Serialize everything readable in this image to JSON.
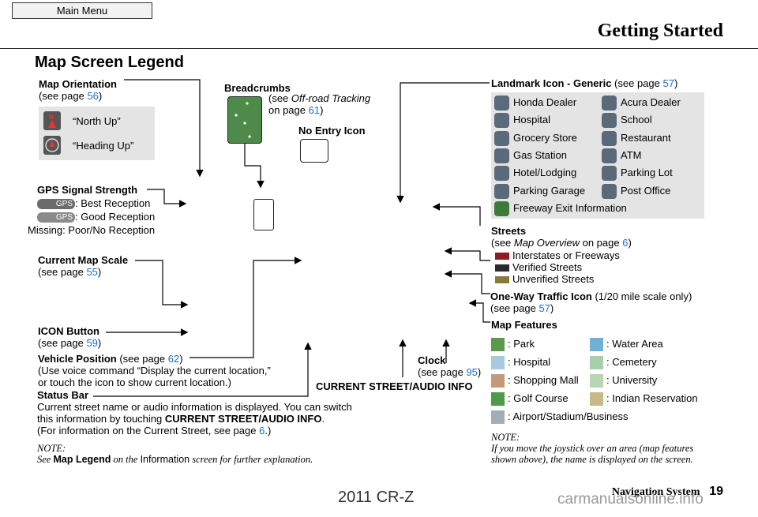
{
  "menu": {
    "main_menu": "Main Menu"
  },
  "header": {
    "title": "Getting Started",
    "section": "Map Screen Legend"
  },
  "orientation": {
    "title": "Map Orientation",
    "see": "(see page ",
    "page": "56",
    "close": ")",
    "north": "“North Up”",
    "heading": "“Heading Up”"
  },
  "breadcrumbs": {
    "title": "Breadcrumbs",
    "see": "(see ",
    "ref": "Off-road Tracking",
    "on": "on page ",
    "page": "61",
    "close": ")"
  },
  "no_entry": {
    "title": "No Entry Icon"
  },
  "landmark": {
    "title": "Landmark Icon - Generic",
    "see": " (see page ",
    "page": "57",
    "close": ")",
    "items": [
      "Honda Dealer",
      "Acura Dealer",
      "Hospital",
      "School",
      "Grocery Store",
      "Restaurant",
      "Gas Station",
      "ATM",
      "Hotel/Lodging",
      "Parking Lot",
      "Parking Garage",
      "Post Office",
      "Freeway Exit Information"
    ],
    "icons": [
      "honda-icon",
      "acura-icon",
      "hospital-icon",
      "school-icon",
      "grocery-icon",
      "restaurant-icon",
      "gas-icon",
      "atm-icon",
      "hotel-icon",
      "parking-lot-icon",
      "parking-garage-icon",
      "post-office-icon",
      "info-icon"
    ]
  },
  "gps": {
    "title": "GPS Signal Strength",
    "best": ": Best Reception",
    "good": ": Good Reception",
    "missing": "Missing: Poor/No Reception",
    "badge": "GPS"
  },
  "streets": {
    "title": "Streets",
    "see": "(see ",
    "ref": "Map Overview",
    "on": " on page ",
    "page": "6",
    "close": ")",
    "items": [
      {
        "label": "Interstates or Freeways",
        "color": "#8b1e22"
      },
      {
        "label": "Verified Streets",
        "color": "#2b2b2b"
      },
      {
        "label": "Unverified Streets",
        "color": "#8a7a3a"
      }
    ]
  },
  "scale": {
    "title": "Current Map Scale",
    "see": "(see page ",
    "page": "55",
    "close": ")"
  },
  "oneway": {
    "title": "One-Way Traffic Icon",
    "note": " (1/20 mile scale only)",
    "see": "(see page ",
    "page": "57",
    "close": ")"
  },
  "map_features": {
    "title": "Map Features",
    "items": [
      {
        "label": ": Park",
        "color": "#5a9a4a"
      },
      {
        "label": ": Water Area",
        "color": "#6fb0d4"
      },
      {
        "label": ": Hospital",
        "color": "#a9c9dc"
      },
      {
        "label": ": Cemetery",
        "color": "#a7cfa9"
      },
      {
        "label": ": Shopping Mall",
        "color": "#c49a7a"
      },
      {
        "label": ": University",
        "color": "#b9d6b3"
      },
      {
        "label": ": Golf Course",
        "color": "#4f9a4a"
      },
      {
        "label": ": Indian Reservation",
        "color": "#c9b98a"
      },
      {
        "label": ": Airport/Stadium/Business",
        "color": "#a3adb8"
      }
    ]
  },
  "icon_button": {
    "title": "ICON Button",
    "see": "(see page ",
    "page": "59",
    "close": ")"
  },
  "vehicle": {
    "title": "Vehicle Position",
    "see": " (see page ",
    "page": "62",
    "close": ")",
    "l1": "(Use voice command “Display the current location,”",
    "l2": "or touch the icon to show current location.)"
  },
  "clock": {
    "title": "Clock",
    "see": "(see page ",
    "page": "95",
    "close": ")"
  },
  "current_street": {
    "title": "CURRENT STREET/AUDIO INFO"
  },
  "status_bar": {
    "title": "Status Bar",
    "l1": "Current street name or audio information is displayed. You can switch",
    "l2a": "this information by touching ",
    "l2b": "CURRENT STREET/AUDIO INFO",
    "l2c": ".",
    "l3a": "(For information on the Current Street, see page ",
    "l3b": "6",
    "l3c": ".)"
  },
  "note_left": {
    "title": "NOTE:",
    "see": "See ",
    "ref": "Map Legend",
    "mid": " on the ",
    "info": "Information",
    "rest": " screen for further explanation."
  },
  "note_right": {
    "title": "NOTE:",
    "l1": "If you move the joystick over an area (map features",
    "l2": "shown above), the name is displayed on the screen."
  },
  "footer": {
    "nav": "Navigation System",
    "page": "19",
    "model": "2011 CR-Z",
    "watermark": "carmanualsonline.info"
  }
}
